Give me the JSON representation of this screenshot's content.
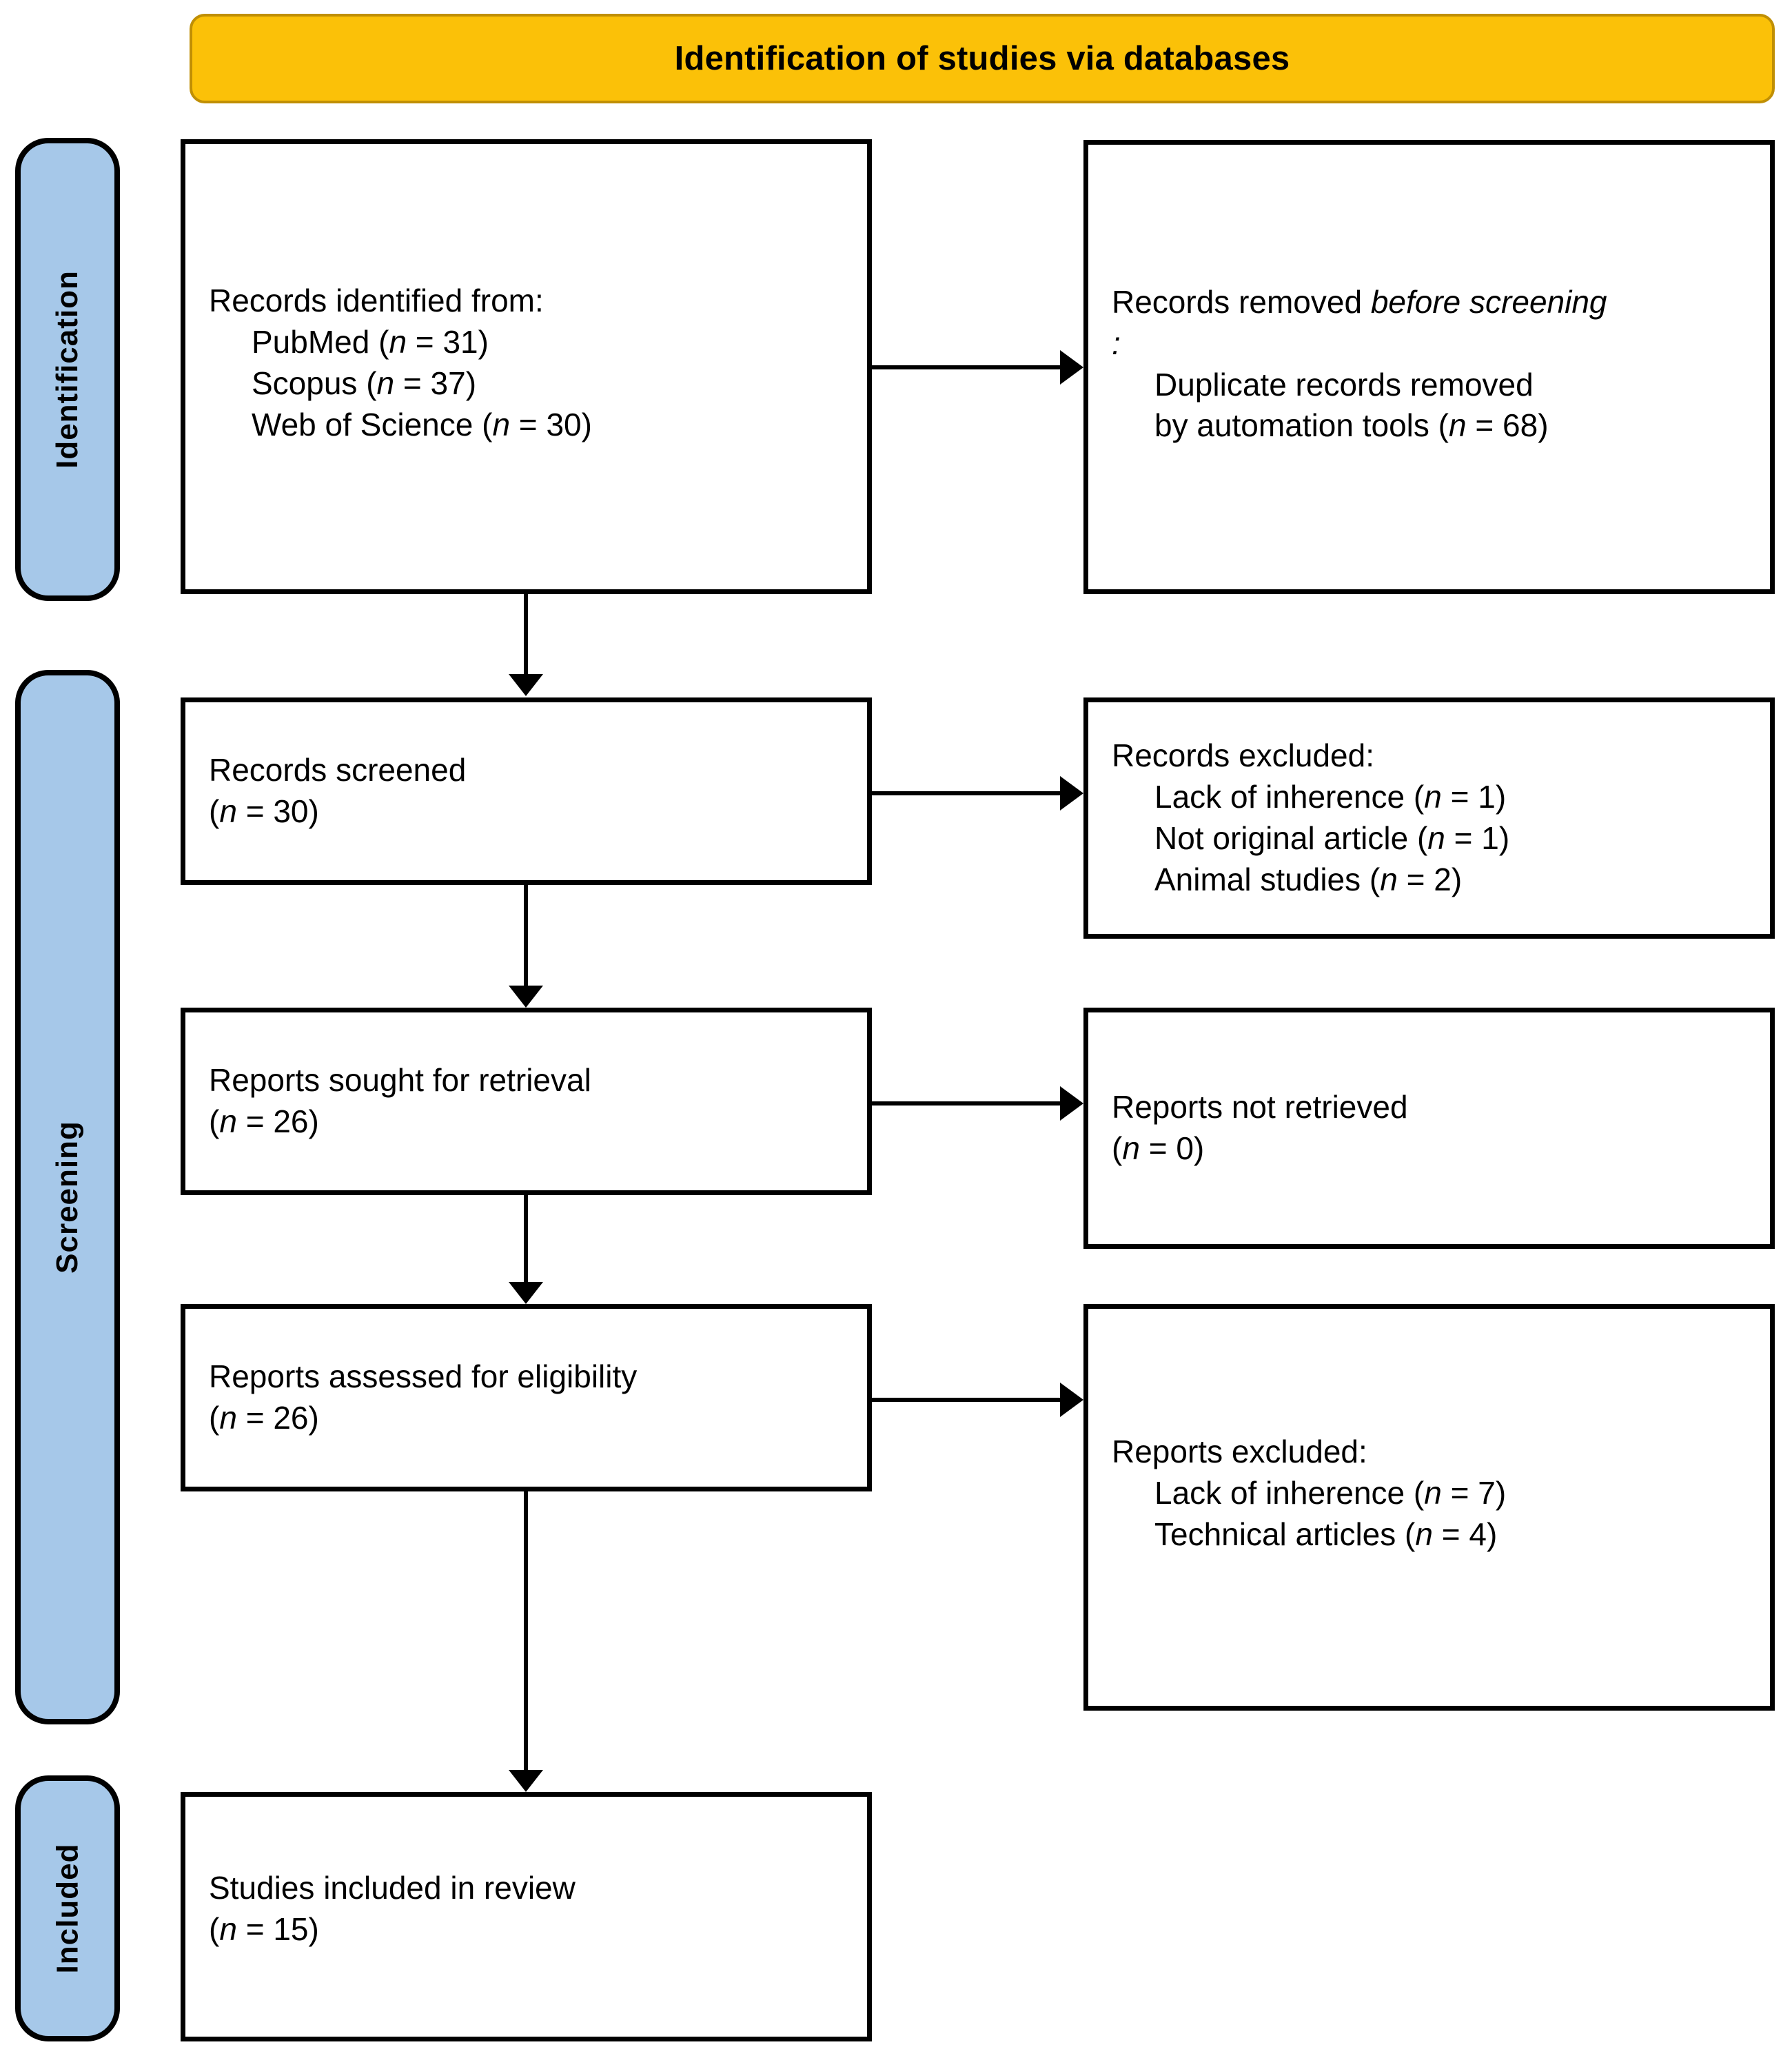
{
  "banner": {
    "title": "Identification of studies via databases",
    "fill_color": "#fbc108",
    "border_color": "#c08f04"
  },
  "stages": {
    "identification": "Identification",
    "screening": "Screening",
    "included": "Included",
    "fill_color": "#a6c8e9"
  },
  "boxes": {
    "identified": {
      "heading": "Records identified from:",
      "items": [
        {
          "label": "PubMed (",
          "n": "n",
          "value": " = 31)"
        },
        {
          "label": "Scopus (",
          "n": "n",
          "value": " = 37)"
        },
        {
          "label": "Web of Science (",
          "n": "n",
          "value": " = 30)"
        }
      ]
    },
    "removed": {
      "heading_a": "Records removed ",
      "heading_em": "before screening",
      "heading_b": ":",
      "line1": "Duplicate records removed",
      "line2_a": "by automation tools (",
      "line2_n": "n",
      "line2_b": " = 68)"
    },
    "screened": {
      "line1": "Records screened",
      "line2_a": "(",
      "line2_n": "n",
      "line2_b": " = 30)"
    },
    "records_excluded": {
      "heading": "Records excluded:",
      "items": [
        {
          "label": "Lack of inherence (",
          "n": "n",
          "value": " = 1)"
        },
        {
          "label": "Not original article (",
          "n": "n",
          "value": " = 1)"
        },
        {
          "label": "Animal studies (",
          "n": "n",
          "value": " = 2)"
        }
      ]
    },
    "sought": {
      "line1": "Reports sought for retrieval",
      "line2_a": "(",
      "line2_n": "n",
      "line2_b": " = 26)"
    },
    "not_retrieved": {
      "line1": "Reports not retrieved",
      "line2_a": "(",
      "line2_n": "n",
      "line2_b": " = 0)"
    },
    "assessed": {
      "line1": "Reports assessed for eligibility",
      "line2_a": "(",
      "line2_n": "n",
      "line2_b": " = 26)"
    },
    "reports_excluded": {
      "heading": "Reports excluded:",
      "items": [
        {
          "label": "Lack of inherence (",
          "n": "n",
          "value": " = 7)"
        },
        {
          "label": "Technical articles (",
          "n": "n",
          "value": " = 4)"
        }
      ]
    },
    "included": {
      "line1": "Studies included in review",
      "line2_a": "(",
      "line2_n": "n",
      "line2_b": " = 15)"
    }
  }
}
